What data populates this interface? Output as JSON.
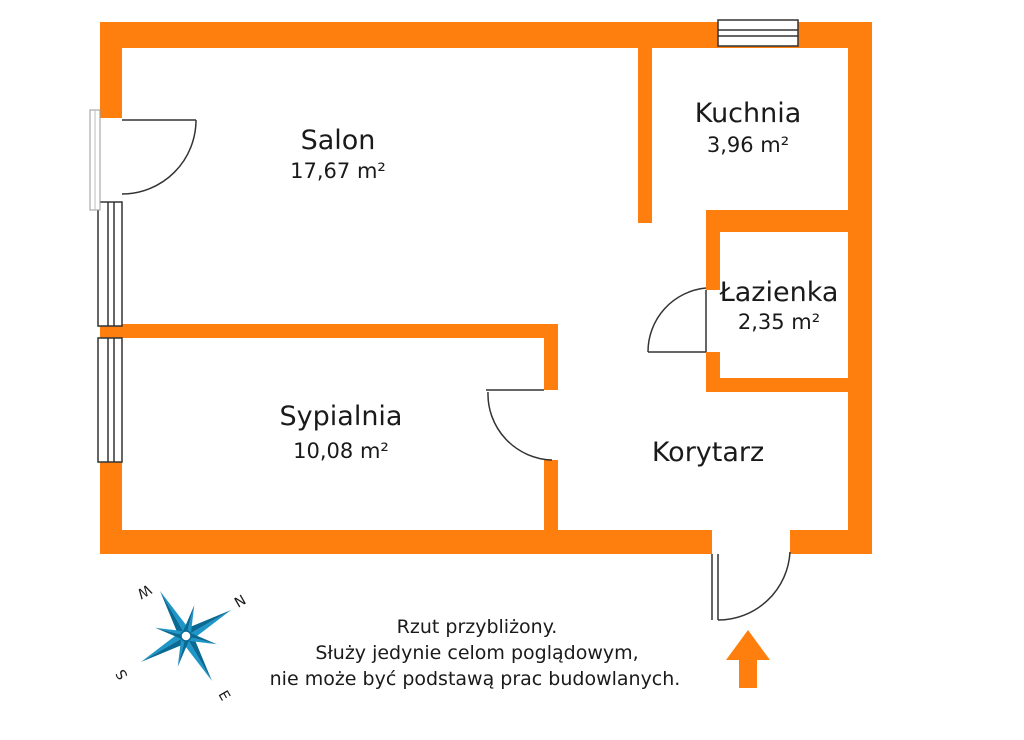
{
  "colors": {
    "wall": "#ff7f0e",
    "compass": "#1e96c8",
    "compass_dark": "#0b6a94",
    "arrow": "#ff7f0e",
    "line": "#333333"
  },
  "rooms": [
    {
      "name": "Salon",
      "area": "17,67 m²"
    },
    {
      "name": "Kuchnia",
      "area": "3,96 m²"
    },
    {
      "name": "Łazienka",
      "area": "2,35 m²"
    },
    {
      "name": "Sypialnia",
      "area": "10,08 m²"
    },
    {
      "name": "Korytarz",
      "area": ""
    }
  ],
  "compass": {
    "n": "N",
    "e": "E",
    "s": "S",
    "w": "W"
  },
  "note": {
    "line1": "Rzut przybliżony.",
    "line2": "Służy jedynie celom poglądowym,",
    "line3": "nie może być podstawą prac budowlanych."
  },
  "icons": {
    "compass": "compass-rose-icon",
    "entrance": "entrance-arrow-icon"
  }
}
